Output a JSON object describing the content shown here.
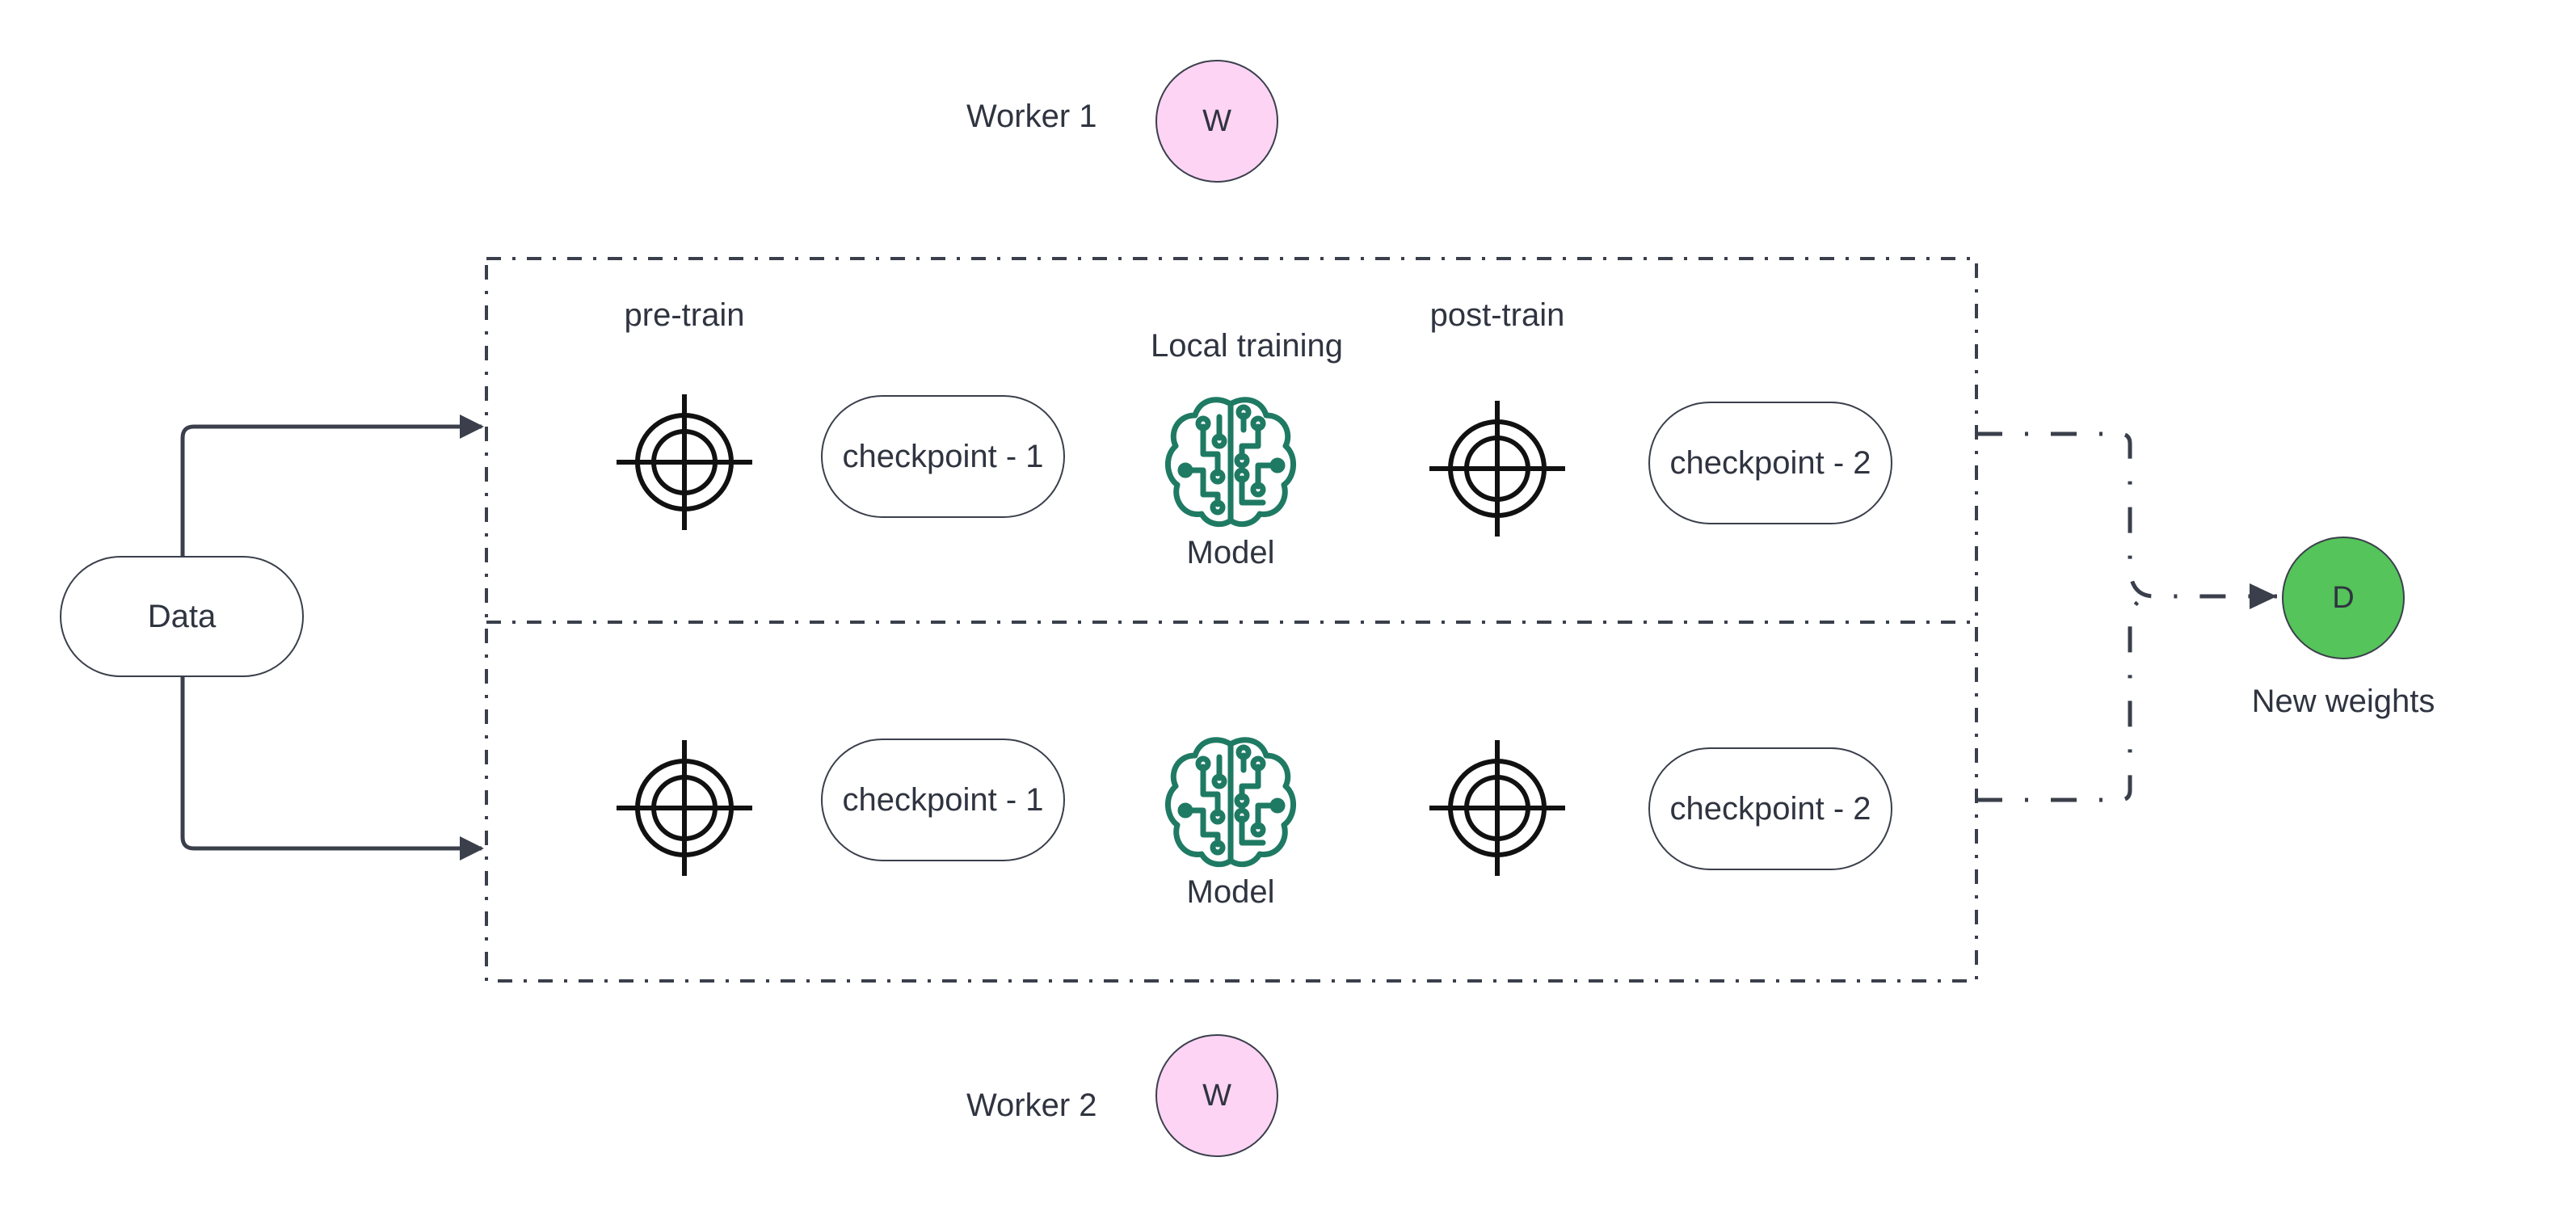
{
  "workers": [
    {
      "label": "Worker 1",
      "badge": "W"
    },
    {
      "label": "Worker 2",
      "badge": "W"
    }
  ],
  "data_node": {
    "label": "Data"
  },
  "stage_labels": {
    "pre": "pre-train",
    "local": "Local training",
    "post": "post-train"
  },
  "lanes": [
    {
      "checkpoint_a": "checkpoint - 1",
      "model": "Model",
      "checkpoint_b": "checkpoint - 2"
    },
    {
      "checkpoint_a": "checkpoint - 1",
      "model": "Model",
      "checkpoint_b": "checkpoint - 2"
    }
  ],
  "output": {
    "badge": "D",
    "label": "New weights"
  },
  "colors": {
    "worker_fill": "#fdd4f4",
    "output_fill": "#55c45a",
    "model_icon": "#1f7a63",
    "line": "#3a3f4b",
    "target_icon": "#111111"
  },
  "icons": [
    "crosshair-target-icon",
    "brain-circuit-model-icon"
  ]
}
